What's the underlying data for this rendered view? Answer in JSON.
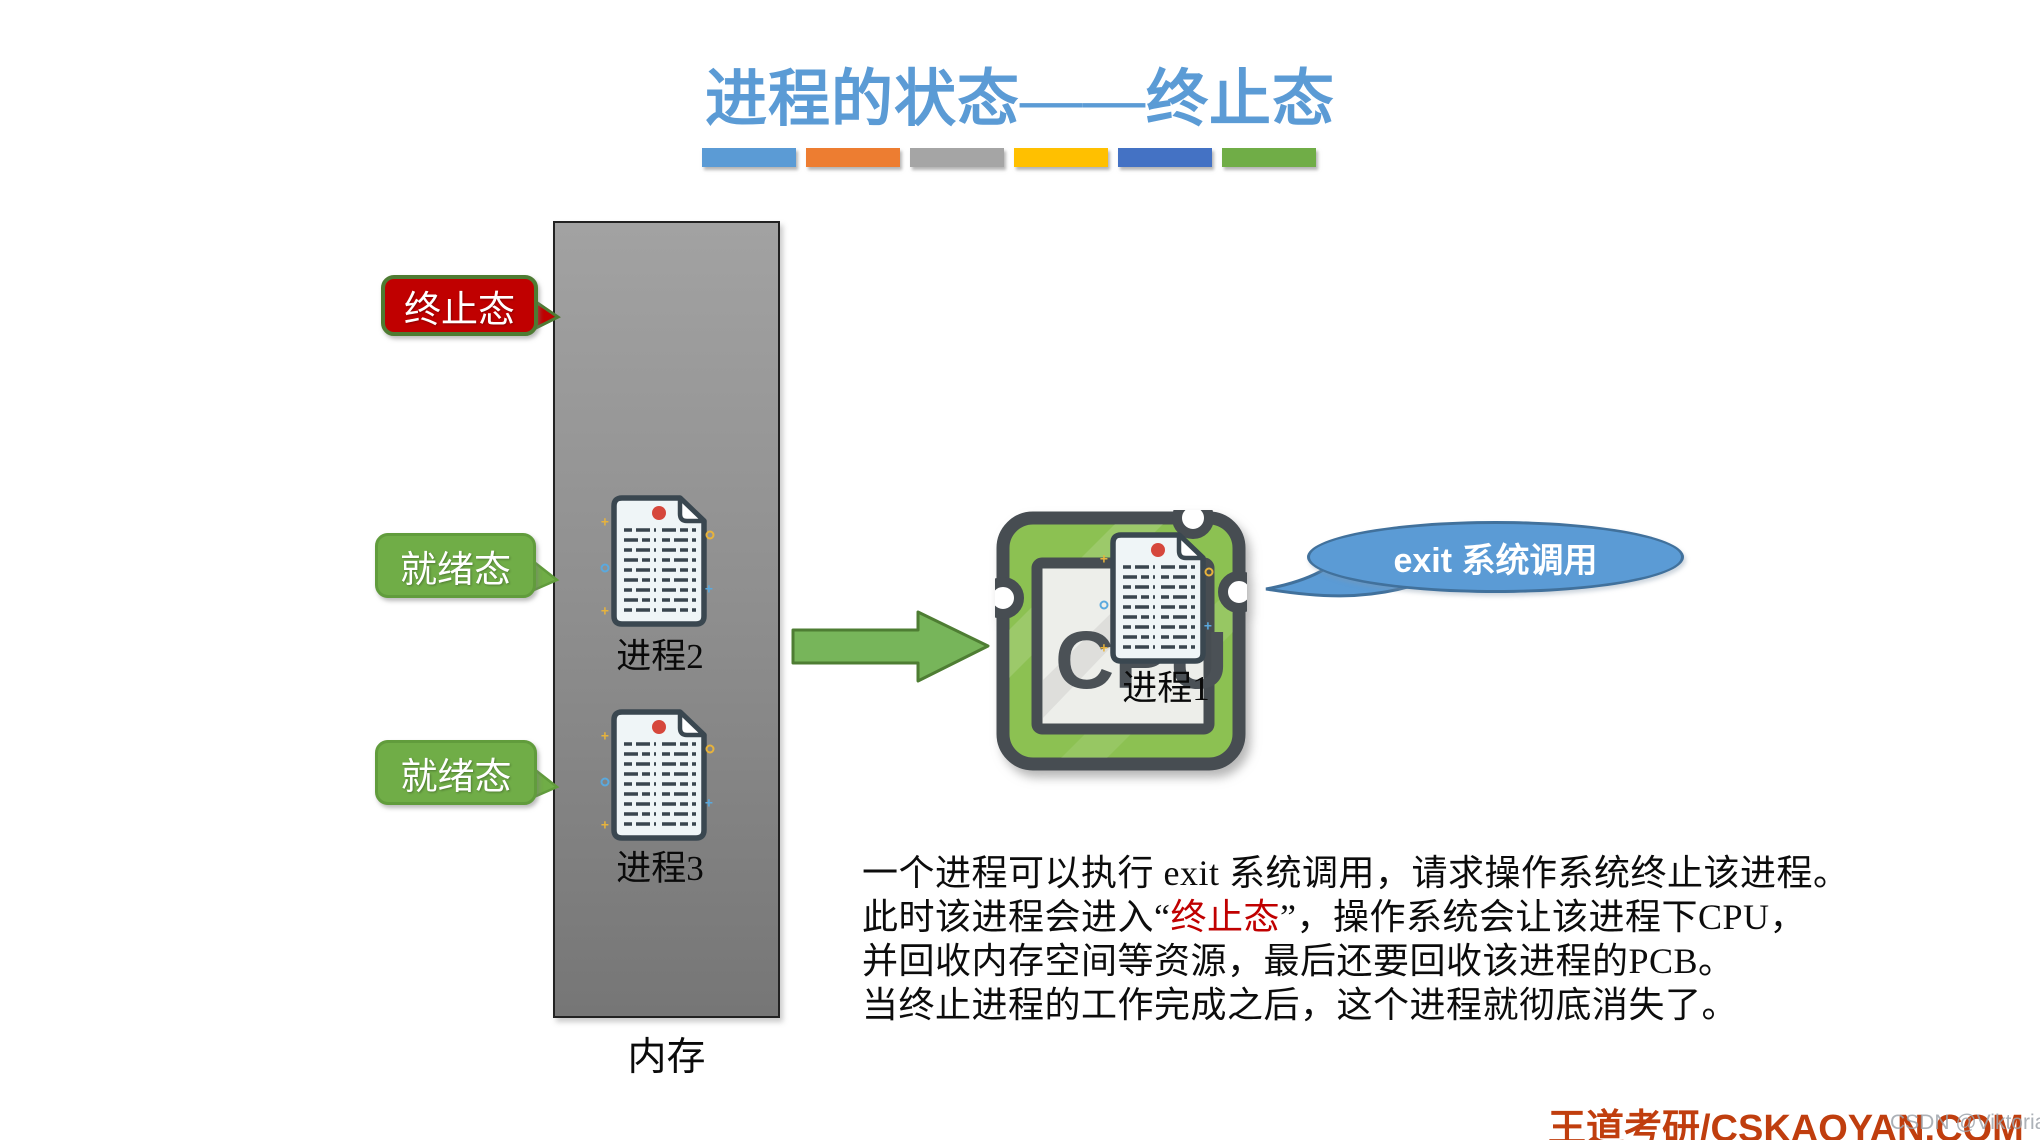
{
  "title": {
    "text": "进程的状态——终止态",
    "color": "#5B9BD5"
  },
  "title_bars": [
    "#5B9BD5",
    "#ED7D31",
    "#A5A5A5",
    "#FFC000",
    "#4472C4",
    "#70AD47"
  ],
  "memory": {
    "label": "内存"
  },
  "callouts": {
    "terminated": {
      "label": "终止态",
      "fill": "#C00000",
      "border": "#4E7B32"
    },
    "ready1": {
      "label": "就绪态",
      "fill": "#70AD47"
    },
    "ready2": {
      "label": "就绪态",
      "fill": "#70AD47"
    }
  },
  "processes": {
    "p1": "进程1",
    "p2": "进程2",
    "p3": "进程3"
  },
  "cpu": {
    "label": "CPU",
    "chip_color": "#8CC152"
  },
  "bubble": {
    "text": "exit 系统调用",
    "fill": "#5B9BD5",
    "border": "#41719C"
  },
  "arrow": {
    "fill": "#77B55A",
    "border": "#4E7D33"
  },
  "paragraph": {
    "line1": "一个进程可以执行 exit 系统调用，请求操作系统终止该进程。",
    "line2_pre": "此时该进程会进入“",
    "line2_highlight": "终止态",
    "line2_post": "”，操作系统会让该进程下CPU，",
    "line3": "并回收内存空间等资源，最后还要回收该进程的PCB。",
    "line4": "当终止进程的工作完成之后，这个进程就彻底消失了。",
    "highlight_color": "#C00000"
  },
  "watermarks": {
    "brand": "王道考研/CSKAOYAN.COM",
    "csdn": "CSDN @Viktoriae"
  }
}
